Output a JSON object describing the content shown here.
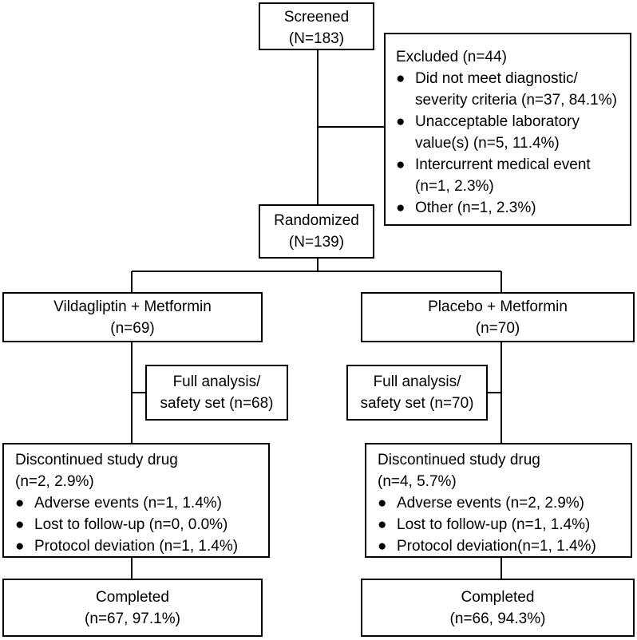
{
  "screened": {
    "title": "Screened",
    "count": "(N=183)"
  },
  "excluded": {
    "title": "Excluded (n=44)",
    "bullet_symbol": "●",
    "items": [
      {
        "line1": "Did not meet diagnostic/",
        "line2": "severity criteria (n=37, 84.1%)"
      },
      {
        "line1": "Unacceptable laboratory",
        "line2": "value(s) (n=5, 11.4%)"
      },
      {
        "line1": "Intercurrent medical event",
        "line2": "(n=1, 2.3%)"
      },
      {
        "line1": "Other (n=1, 2.3%)",
        "line2": ""
      }
    ]
  },
  "randomized": {
    "title": "Randomized",
    "count": "(N=139)"
  },
  "arms": [
    {
      "name": "Vildagliptin + Metformin",
      "count": "(n=69)",
      "analysis": {
        "line1": "Full analysis/",
        "line2": "safety set (n=68)"
      },
      "discontinued": {
        "title": "Discontinued study drug",
        "count": "(n=2, 2.9%)",
        "items": [
          "Adverse events (n=1, 1.4%)",
          "Lost to follow-up (n=0, 0.0%)",
          "Protocol deviation (n=1, 1.4%)"
        ]
      },
      "completed": {
        "title": "Completed",
        "count": "(n=67, 97.1%)"
      }
    },
    {
      "name": "Placebo + Metformin",
      "count": "(n=70)",
      "analysis": {
        "line1": "Full analysis/",
        "line2": "safety set (n=70)"
      },
      "discontinued": {
        "title": "Discontinued study drug",
        "count": "(n=4, 5.7%)",
        "items": [
          "Adverse events (n=2, 2.9%)",
          "Lost to follow-up (n=1, 1.4%)",
          "Protocol deviation(n=1, 1.4%)"
        ]
      },
      "completed": {
        "title": "Completed",
        "count": "(n=66, 94.3%)"
      }
    }
  ]
}
